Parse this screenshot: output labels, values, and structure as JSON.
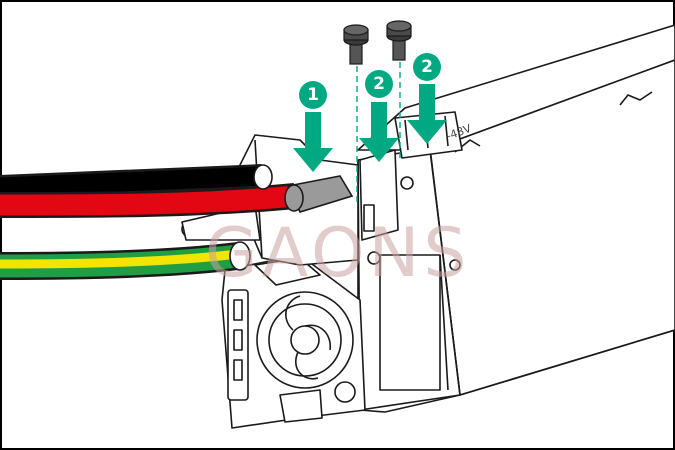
{
  "figure": {
    "psu_label": "-48V",
    "watermark": "GAONS",
    "steps": [
      {
        "number": "1",
        "action": "insert-lug"
      },
      {
        "number": "2",
        "action": "install-screw-left"
      },
      {
        "number": "2",
        "action": "install-screw-right"
      }
    ]
  },
  "colors": {
    "frame": "#000000",
    "callout": "#01a982",
    "cable_red": "#e30613",
    "cable_black": "#000000",
    "cable_green": "#1f9e45",
    "cable_yellow": "#f2e600",
    "outline": "#1a1a1a",
    "lug": "#9a9a9a",
    "watermark": "#c9a1a1"
  }
}
